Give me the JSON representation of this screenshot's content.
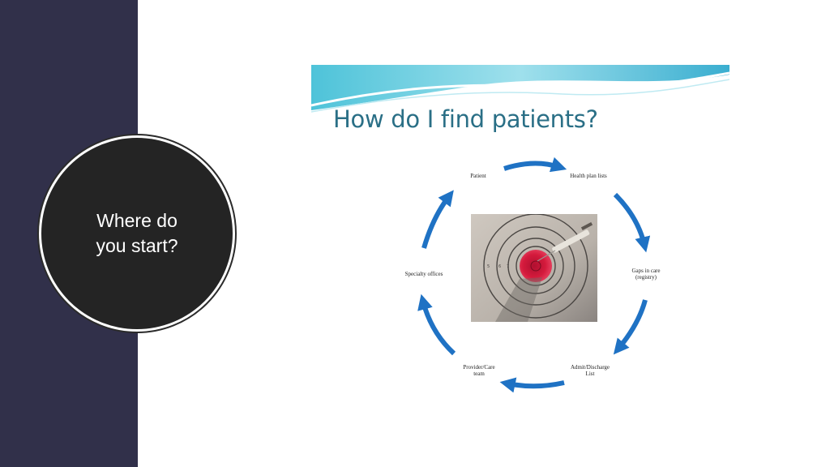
{
  "slide": {
    "title": "Where do\nyou start?"
  },
  "image": {
    "heading": "How do I find patients?",
    "nodes": [
      {
        "id": "patient",
        "label": "Patient"
      },
      {
        "id": "health-plan",
        "label": "Health plan lists"
      },
      {
        "id": "gaps",
        "label": "Gaps in care\n(registry)"
      },
      {
        "id": "admit",
        "label": "Admit/Discharge\nList"
      },
      {
        "id": "provider",
        "label": "Provider/Care\nteam"
      },
      {
        "id": "specialty",
        "label": "Specialty offices"
      }
    ],
    "colors": {
      "arrow": "#1f72c4",
      "heading": "#2a6f86",
      "target_red": "#d41a3c"
    }
  }
}
